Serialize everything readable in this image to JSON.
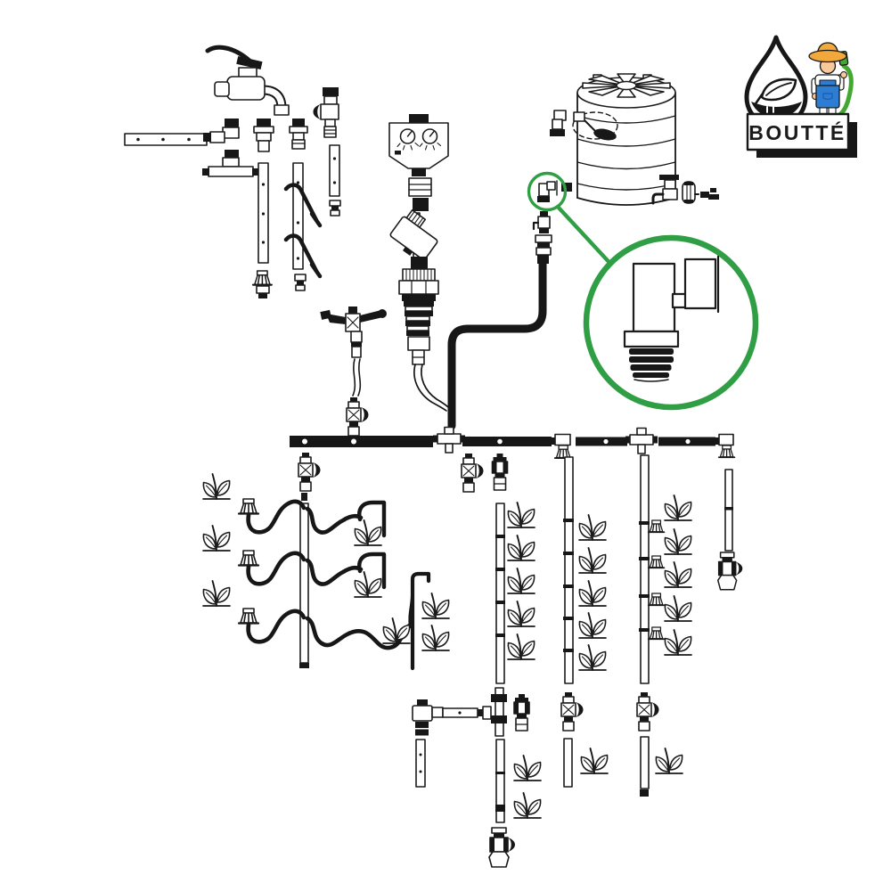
{
  "brand": {
    "name": "BOUTTÉ",
    "logo": {
      "drop_icon": "water-drop-with-leaf-icon",
      "mascot_icon": "gardener-with-hose-icon",
      "colors": {
        "outline": "#171717",
        "hat": "#f2a93b",
        "overalls": "#2d7dd2",
        "hose": "#43a82f",
        "skin": "#f8c99d",
        "shoes": "#e8871e",
        "box_bg": "#ffffff",
        "box_shadow": "#171717"
      }
    }
  },
  "callout": {
    "shape": "magnifier-circle",
    "color": "#2f9e44",
    "subject": "threaded-elbow-tank-connector",
    "from": "tank-outlet-fitting"
  },
  "diagram": {
    "description": "Exploded parts diagram of a drip irrigation watering kit connected between a garden tap / water tank and planted drip lines",
    "background": "#ffffff",
    "line_color": "#1c1c1c",
    "components": [
      "garden-tap",
      "perforated-distribution-pipe",
      "threaded-elbow-adapter",
      "threaded-tee-adapter",
      "tap-thread-connector",
      "quick-coupling",
      "ball-valve",
      "ground-stake",
      "micro-sprinkler",
      "watering-timer",
      "inline-filter",
      "pressure-reducer",
      "supply-hose",
      "water-tank",
      "float-valve",
      "tank-elbow-fitting",
      "tank-tap",
      "barrel-connector",
      "mini-valve",
      "main-supply-line",
      "tee-connector",
      "inline-tap-valve",
      "pressure-compensating-dripper",
      "impact-sprinkler",
      "drip-line",
      "dripper-stake",
      "elbow-connector",
      "end-cap",
      "sprinkler-on-base",
      "plant"
    ]
  }
}
